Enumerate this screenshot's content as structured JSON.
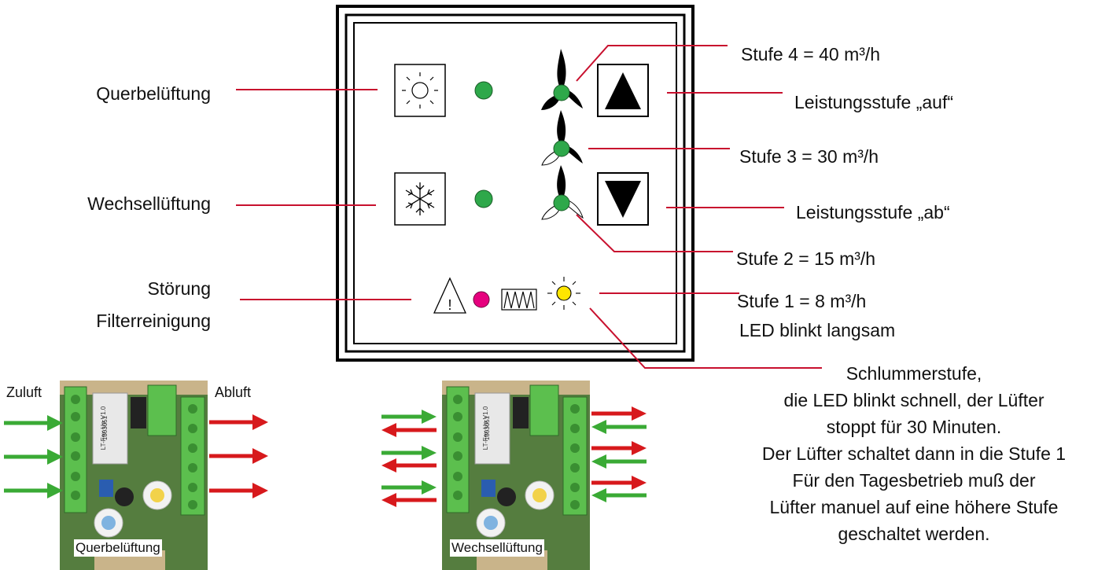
{
  "labels": {
    "querbelueftung": "Querbelüftung",
    "wechsellueftung": "Wechsellüftung",
    "stoerung": "Störung",
    "filterreinigung": "Filterreinigung",
    "stufe4": "Stufe 4 = 40 m³/h",
    "leistung_auf": "Leistungsstufe „auf“",
    "stufe3": "Stufe 3 = 30 m³/h",
    "leistung_ab": "Leistungsstufe „ab“",
    "stufe2": "Stufe 2 = 15 m³/h",
    "stufe1": "Stufe 1 = 8 m³/h",
    "stufe1_note": "LED blinkt langsam"
  },
  "schlummer_note": [
    "Schlummerstufe,",
    "die LED blinkt schnell, der Lüfter",
    "stoppt für 30 Minuten.",
    "Der Lüfter schaltet dann in die Stufe 1",
    "Für den Tagesbetrieb muß der",
    "Lüfter manuel auf eine höhere Stufe",
    "geschaltet werden."
  ],
  "board_left": {
    "caption": "Querbelüftung",
    "in_label": "Zuluft",
    "out_label": "Abluft",
    "chip_text_1": "LT-Fex Up V1.0",
    "chip_text_2": "1303051"
  },
  "board_right": {
    "caption": "Wechsellüftung",
    "chip_text_1": "LT-Fex Up V1.0",
    "chip_text_2": "1303051"
  },
  "warning_symbol": "!",
  "colors": {
    "leader_line": "#c8102e",
    "led_green": "#2ea84a",
    "led_magenta": "#e6007e",
    "led_yellow": "#ffe600",
    "arrow_green": "#3aaa35",
    "arrow_red": "#d7191c",
    "pcb_green": "#4c7a3a",
    "terminal_green": "#5cbf4e"
  },
  "icons": [
    "sun-icon",
    "snowflake-icon",
    "fan-icon",
    "up-arrow-icon",
    "down-arrow-icon",
    "warning-icon",
    "filter-icon",
    "sleep-sun-icon"
  ]
}
